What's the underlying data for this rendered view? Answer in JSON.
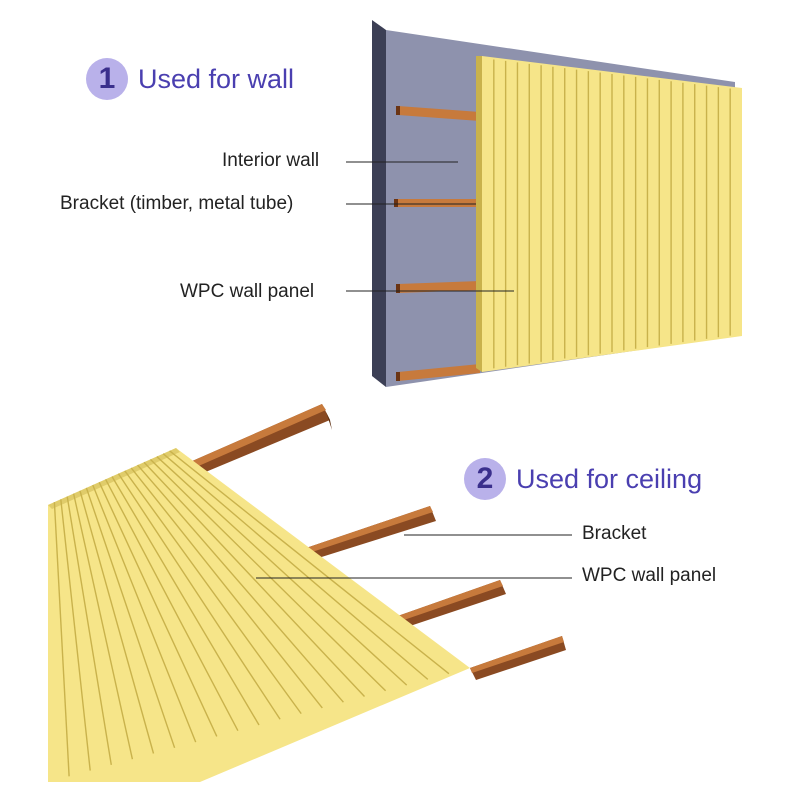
{
  "wall_section": {
    "badge": "1",
    "title": "Used for wall",
    "labels": {
      "interior_wall": "Interior wall",
      "bracket": "Bracket (timber, metal tube)",
      "panel": "WPC wall panel"
    }
  },
  "ceiling_section": {
    "badge": "2",
    "title": "Used for ceiling",
    "labels": {
      "bracket": "Bracket",
      "panel": "WPC wall panel"
    }
  },
  "colors": {
    "wall": "#8e92ad",
    "wall_edge": "#3c3f55",
    "panel": "#f6e589",
    "panel_groove": "#c9b24c",
    "bracket": "#8a4a22",
    "bracket_top": "#c77a3c",
    "badge": "#b9b1ea",
    "accent_text": "#4a3fb0"
  }
}
